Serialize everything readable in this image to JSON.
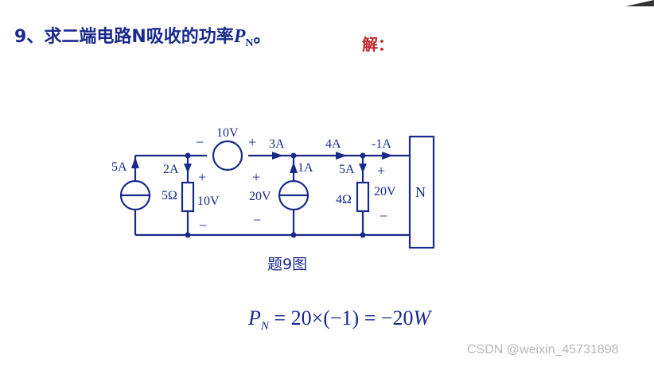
{
  "question": {
    "number": "9、",
    "text": "求二端电路N吸收的功率",
    "symbol": "P",
    "subscript": "N",
    "end": "。"
  },
  "answer_label": "解：",
  "circuit": {
    "labels": {
      "src_left_current": "5A",
      "r5_current": "2A",
      "r5_value": "5Ω",
      "r5_voltage": "10V",
      "plus": "+",
      "minus": "−",
      "top_source_voltage": "10V",
      "top_current": "3A",
      "mid_source_current": "1A",
      "mid_source_voltage": "20V",
      "branch_current": "4A",
      "n_current": "-1A",
      "r4_current": "5A",
      "r4_value": "4Ω",
      "n_voltage": "20V",
      "n_box": "N"
    }
  },
  "figure_caption": "题9图",
  "formula": {
    "lhs": "P",
    "lhs_sub": "N",
    "rhs": " = 20×(−1) = −20",
    "unit": "W"
  },
  "watermark": "CSDN @weixin_45731898",
  "colors": {
    "ink": "#1a2a8c",
    "red": "#c0282c",
    "watermark": "#b8b8b8"
  }
}
